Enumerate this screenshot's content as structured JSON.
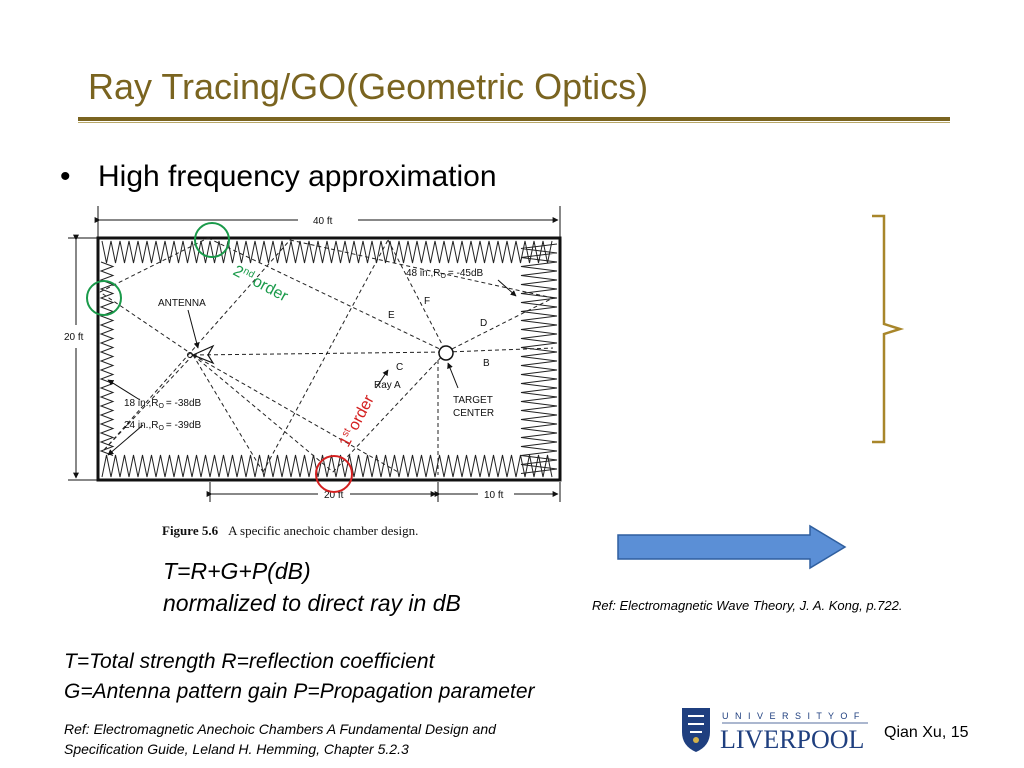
{
  "slide": {
    "title": "Ray Tracing/GO(Geometric Optics)",
    "bullet_marker": "•",
    "bullet_text": "High frequency approximation"
  },
  "diagram": {
    "dim_top": "40 ft",
    "dim_left": "20 ft",
    "dim_bottom_left": "20 ft",
    "dim_bottom_right": "10 ft",
    "label_antenna": "ANTENNA",
    "label_48in": "48 in.,R",
    "label_48in_val": "= -45dB",
    "label_18in": "18 in.,R",
    "label_18in_val": "= -38dB",
    "label_24in": "24 in.,R",
    "label_24in_val": "= -39dB",
    "ro_sub": "O",
    "label_target_1": "TARGET",
    "label_target_2": "CENTER",
    "label_ray_a": "Ray A",
    "label_b": "B",
    "label_c": "C",
    "label_d": "D",
    "label_e": "E",
    "label_f": "F",
    "caption_figure": "Figure 5.6",
    "caption_text": "A specific anechoic chamber design.",
    "order2_num": "2",
    "order2_sup": "nd",
    "order2_word": "order",
    "order1_num": "1",
    "order1_sup": "st",
    "order1_word": "order"
  },
  "equations": {
    "line1": "T=R+G+P(dB)",
    "line2": "normalized to direct ray in dB"
  },
  "refs": {
    "ref1": "Ref: Electromagnetic Wave Theory, J. A. Kong, p.722.",
    "ref2_line1": "Ref: Electromagnetic Anechoic Chambers A Fundamental Design and",
    "ref2_line2": "Specification Guide, Leland H. Hemming, Chapter 5.2.3"
  },
  "definitions": {
    "line1": "T=Total strength  R=reflection coefficient",
    "line2": "G=Antenna pattern gain P=Propagation parameter"
  },
  "logo": {
    "line1": "U N I V E R S I T Y   O F",
    "line2": "LIVERPOOL"
  },
  "footer": {
    "author_page": "Qian Xu, 15"
  },
  "colors": {
    "title": "#7a6420",
    "brace": "#a8862a",
    "arrow_fill": "#5b8fd6",
    "arrow_stroke": "#2f5f9f",
    "second_order": "#1a9a4a",
    "first_order": "#d42020",
    "logo_blue": "#1f3f7f"
  }
}
